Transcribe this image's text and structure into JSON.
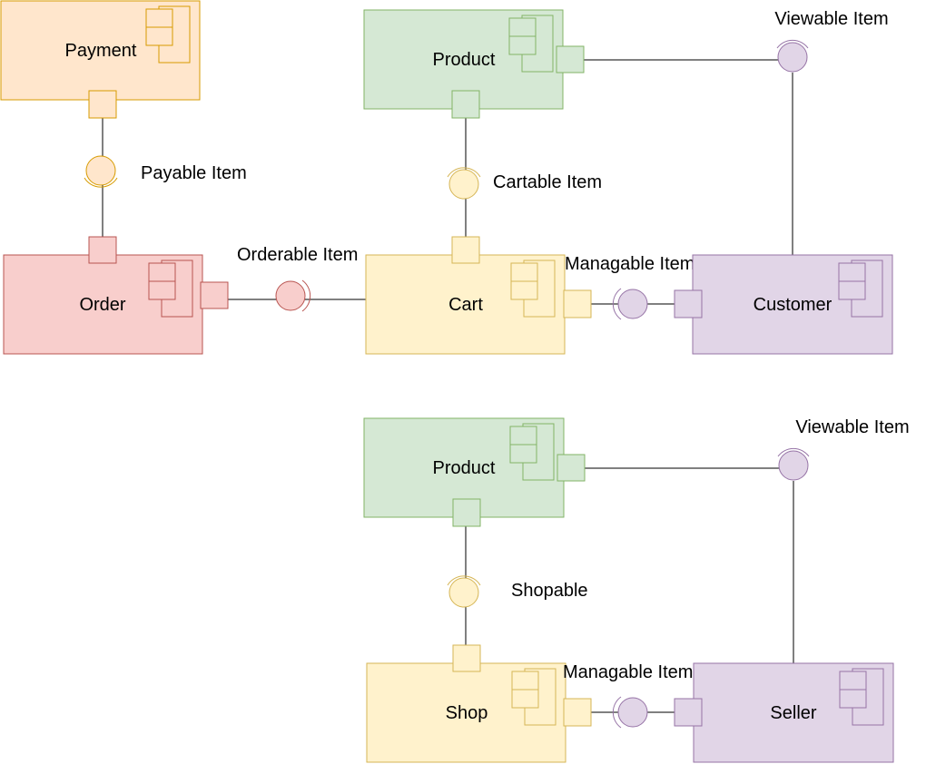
{
  "colors": {
    "orange_fill": "#ffe6cc",
    "orange_stroke": "#d79b00",
    "green_fill": "#d5e8d4",
    "green_stroke": "#82b366",
    "red_fill": "#f8cecc",
    "red_stroke": "#b85450",
    "yellow_fill": "#fff2cc",
    "yellow_stroke": "#d6b656",
    "purple_fill": "#e1d5e7",
    "purple_stroke": "#9673a6",
    "line": "#000000"
  },
  "components": {
    "payment": "Payment",
    "product_top": "Product",
    "order": "Order",
    "cart": "Cart",
    "customer": "Customer",
    "product_bottom": "Product",
    "shop": "Shop",
    "seller": "Seller"
  },
  "interfaces": {
    "viewable_top": "Viewable Item",
    "payable": "Payable Item",
    "cartable": "Cartable Item",
    "orderable": "Orderable Item",
    "managable_top": "Managable Item",
    "viewable_bottom": "Viewable Item",
    "shopable": "Shopable",
    "managable_bottom": "Managable Item"
  }
}
